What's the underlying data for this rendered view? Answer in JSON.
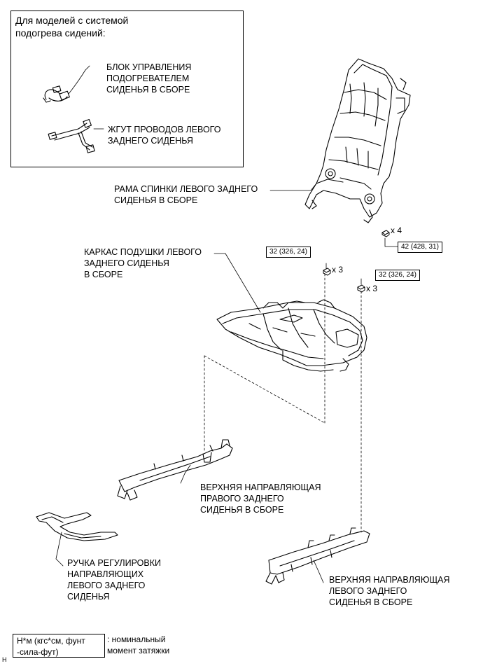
{
  "inset": {
    "title_line1": "Для моделей с системой",
    "title_line2": "подогрева сидений:",
    "heater_control": [
      "БЛОК УПРАВЛЕНИЯ",
      "ПОДОГРЕВАТЕЛЕМ",
      "СИДЕНЬЯ В СБОРЕ"
    ],
    "wire_harness": [
      "ЖГУТ ПРОВОДОВ ЛЕВОГО",
      "ЗАДНЕГО СИДЕНЬЯ"
    ]
  },
  "parts": {
    "seatback_frame": [
      "РАМА СПИНКИ ЛЕВОГО ЗАДНЕГО",
      "СИДЕНЬЯ В СБОРЕ"
    ],
    "cushion_frame": [
      "КАРКАС ПОДУШКИ ЛЕВОГО",
      "ЗАДНЕГО СИДЕНЬЯ",
      "В СБОРЕ"
    ],
    "right_upper_rail": [
      "ВЕРХНЯЯ НАПРАВЛЯЮЩАЯ",
      "ПРАВОГО ЗАДНЕГО",
      "СИДЕНЬЯ В СБОРЕ"
    ],
    "adjust_handle": [
      "РУЧКА РЕГУЛИРОВКИ",
      "НАПРАВЛЯЮЩИХ",
      "ЛЕВОГО ЗАДНЕГО",
      "СИДЕНЬЯ"
    ],
    "left_upper_rail": [
      "ВЕРХНЯЯ НАПРАВЛЯЮЩАЯ",
      "ЛЕВОГО ЗАДНЕГО",
      "СИДЕНЬЯ В СБОРЕ"
    ]
  },
  "torques": {
    "seatback_bolts": "42 (428, 31)",
    "cushion_left": "32 (326, 24)",
    "cushion_right": "32 (326, 24)"
  },
  "quantities": {
    "seatback_bolts": "x 4",
    "cushion_left": "x 3",
    "cushion_right": "x 3"
  },
  "legend": {
    "unit_line1": "Н*м (кгс*см, фунт",
    "unit_line2": "-сила-фут)",
    "desc_line1": ": номинальный",
    "desc_line2": "момент затяжки"
  },
  "corner_code": "H"
}
